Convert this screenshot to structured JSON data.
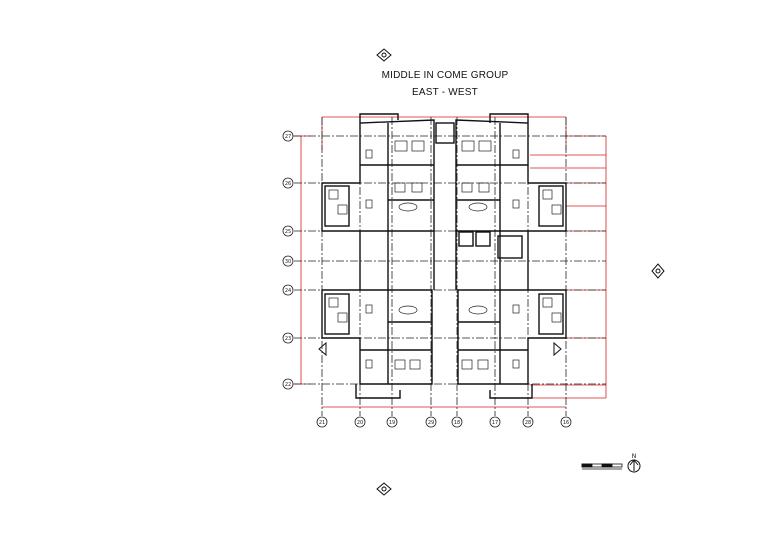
{
  "drawing": {
    "title": "MIDDLE IN COME GROUP",
    "subtitle": "EAST - WEST"
  },
  "grid_rows": [
    "27",
    "26",
    "25",
    "30",
    "24",
    "23",
    "22"
  ],
  "grid_cols": [
    "21",
    "20",
    "19",
    "29",
    "18",
    "17",
    "28",
    "16"
  ],
  "north_label": "N",
  "colors": {
    "dimension": "#d42020",
    "wall": "#111111",
    "grid": "#222222"
  }
}
